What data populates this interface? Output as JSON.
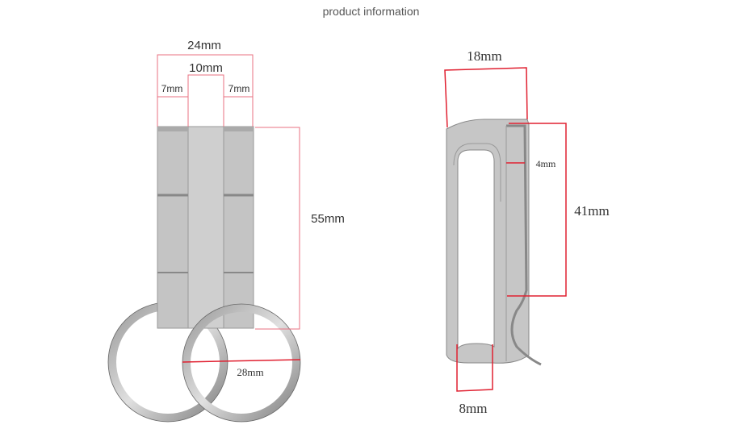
{
  "title": "product information",
  "front_view": {
    "dims": {
      "total_width": "24mm",
      "center_width": "10mm",
      "left_width": "7mm",
      "right_width": "7mm",
      "height": "55mm",
      "ring_diameter": "28mm"
    }
  },
  "side_view": {
    "dims": {
      "depth": "18mm",
      "gap": "4mm",
      "clip_length": "41mm",
      "opening": "8mm"
    }
  },
  "colors": {
    "dimension_line": "#e02030",
    "metal": "#c8c8c8"
  }
}
